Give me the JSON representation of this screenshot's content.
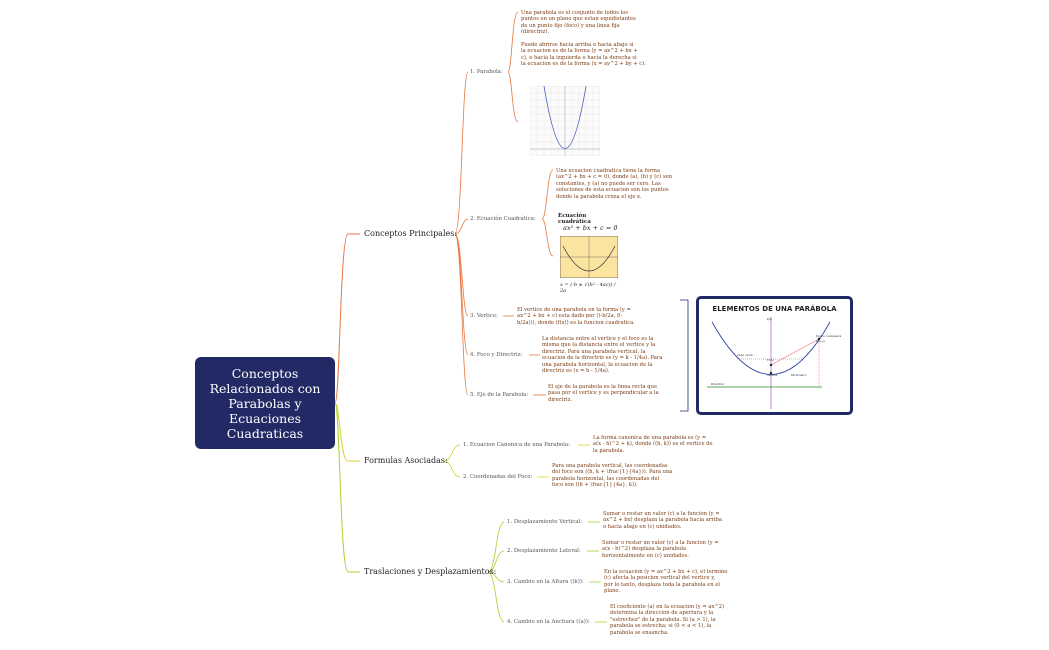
{
  "root": {
    "label": "Conceptos\nRelacionados con\nParabolas y\nEcuaciones\nCuadraticas"
  },
  "branches": [
    {
      "label": "Conceptos Principales:",
      "children": [
        {
          "label": "1. Parabola:",
          "desc": "Una parabola es el conjunto de todos los\npuntos en un plano que estan equidistantes\nde un punto fijo (foco) y una linea fija\n(directriz).\n\nPuede abrirse hacia arriba o hacia abajo si\nla ecuacion es de la forma (y = ax^2 + bx +\nc), o hacia la izquierda o hacia la derecha si\nla ecuacion es de la forma (x = ay^2 + by + c)."
        },
        {
          "label": "2. Ecuación Cuadrática:",
          "desc": "Una ecuacion cuadratica tiene la forma\n(ax^2 + bx + c = 0), donde (a), (b) y (c) son\nconstantes, y (a) no puede ser cero. Las\nsoluciones de esta ecuacion son los puntos\ndonde la parabola cruza el eje x."
        },
        {
          "label": "3. Vertice:",
          "desc": "El vertice de una parabola en la forma (y =\nax^2 + bx + c) esta dado por ((-b/2a, f(-\nb/2a))), donde (f(x)) es la funcion cuadratica."
        },
        {
          "label": "4. Foco y Directriz:",
          "desc": "La distancia entre el vertice y el foco es la\nmisma que la distancia entre el vertice y la\ndirectriz. Para una parabola vertical, la\necuacion de la directriz es (y = k - 1/4a). Para\nuna parabola horizontal, la ecuacion de la\ndirectriz es (x = h - 1/4a)."
        },
        {
          "label": "5. Eje de la Parabola:",
          "desc": "El eje de la parabola es la linea recta que\npasa por el vertice y es perpendicular a la\ndirectriz."
        }
      ]
    },
    {
      "label": "Formulas Asociadas:",
      "children": [
        {
          "label": "1. Ecuacion Canonica de una Parabola:",
          "desc": "La forma canonica de una parabola es (y =\na(x - h)^2 + k), donde ((h, k)) es el vertice de\nla parabola."
        },
        {
          "label": "2. Coordenadas del Foco:",
          "desc": "Para una parabola vertical, las coordenadas\ndel foco son ((h, k + \\frac{1}{4a})). Para una\nparabola horizontal, las coordenadas del\nfoco son ((h + \\frac{1}{4a}, k))."
        }
      ]
    },
    {
      "label": "Traslaciones y Desplazamientos:",
      "children": [
        {
          "label": "1. Desplazamiento Vertical:",
          "desc": "Sumar o restar un valor (c) a la funcion (y =\nax^2 + bx) desplaza la parabola hacia arriba\no hacia abajo en (c) unidades."
        },
        {
          "label": "2. Desplazamiento Lateral:",
          "desc": "Sumar o restar un valor (c) a la funcion (y =\na(x - h)^2) desplaza la parabola\nhorizontalmente en (c) unidades."
        },
        {
          "label": "3. Cambio en la Altura ((k)):",
          "desc": "En la ecuacion (y = ax^2 + bx + c), el termino\n(c) afecta la posicion vertical del vertice y,\npor lo tanto, desplaza toda la parabola en el\nplano."
        },
        {
          "label": "4. Cambio en la Anchura ((a)):",
          "desc": "El coeficiente (a) en la ecuacion (y = ax^2)\ndetermina la direccion de apertura y la\n\"estrechez\" de la parabola. Si (a > 1), la\nparabola se estrecha; si (0 < a < 1), la\nparabola se ensancha."
        }
      ]
    }
  ],
  "images": {
    "equation_title": "Ecuación cuadrática",
    "equation": "ax² + bx + c = 0",
    "formula": "x = (-b ± √(b² - 4ac)) / 2a",
    "elements_title": "ELEMENTOS DE UNA PARÁBOLA",
    "elements_labels": {
      "axis": "Eje",
      "focus_line": "Lado recto",
      "focus": "Foco",
      "vertex": "Vértice",
      "parameter": "Parámetro",
      "directrix": "Directriz",
      "point": "Punto cualquiera",
      "point_coords": "P(x,y)"
    }
  },
  "colors": {
    "root_bg": "#222a66",
    "branch1": "#e8763f",
    "branch2": "#c9d12a",
    "branch3": "#9ac92e",
    "desc_text": "#7a3a10"
  }
}
